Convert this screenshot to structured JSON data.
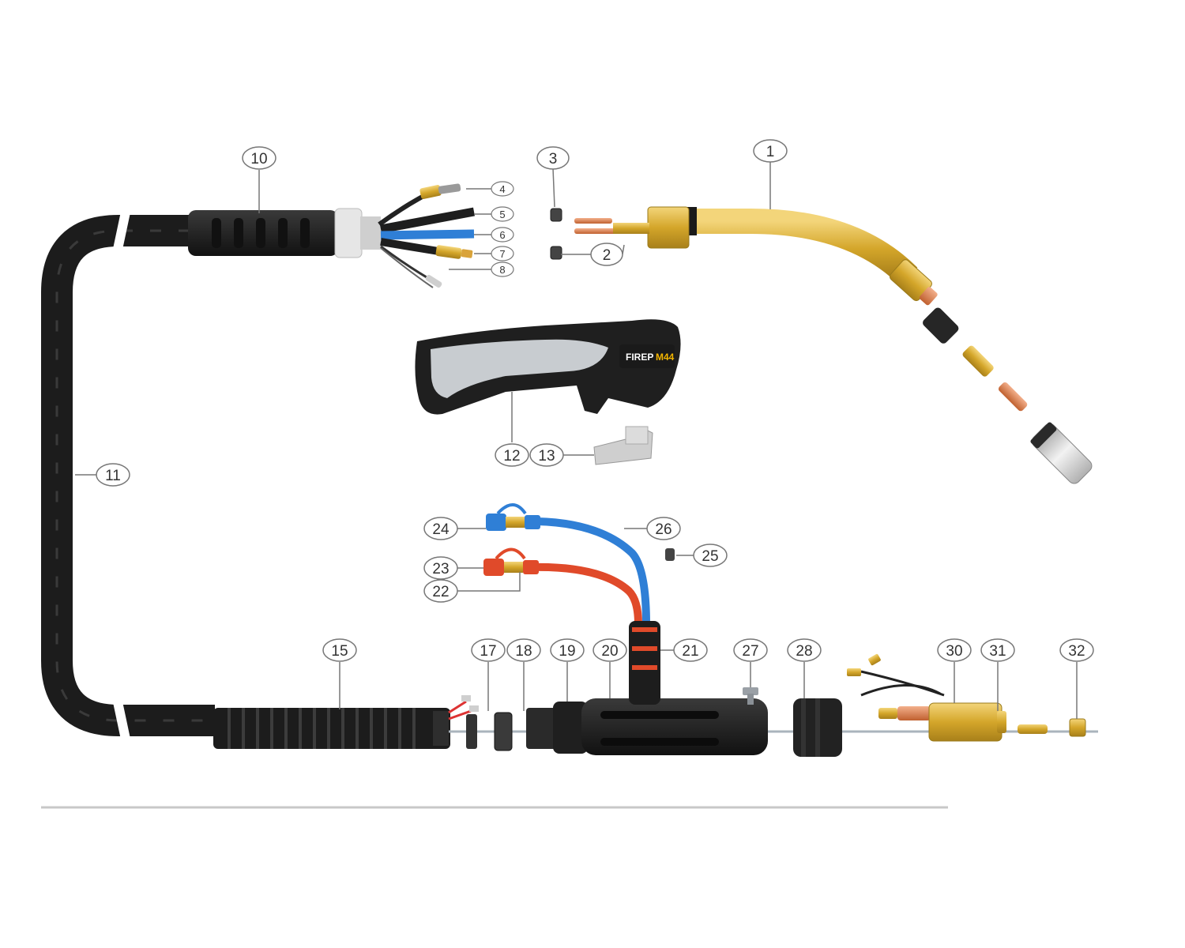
{
  "diagram": {
    "brand": {
      "name": "FIREP",
      "model": "M44"
    },
    "part_numbers": {
      "p1": "1",
      "p2": "2",
      "p3": "3",
      "p4": "4",
      "p5": "5",
      "p6": "6",
      "p7": "7",
      "p8": "8",
      "p10": "10",
      "p11": "11",
      "p12": "12",
      "p13": "13",
      "p15": "15",
      "p17": "17",
      "p18": "18",
      "p19": "19",
      "p20": "20",
      "p21": "21",
      "p22": "22",
      "p23": "23",
      "p24": "24",
      "p25": "25",
      "p26": "26",
      "p27": "27",
      "p28": "28",
      "p30": "30",
      "p31": "31",
      "p32": "32"
    },
    "colors": {
      "cable": "#1c1c1c",
      "brass": "#d4a62a",
      "copper": "#d9774a",
      "hose_blue": "#2f7fd6",
      "hose_red": "#e04a2a",
      "grip_grey": "#c8ccd0",
      "callout_stroke": "#777777"
    }
  }
}
